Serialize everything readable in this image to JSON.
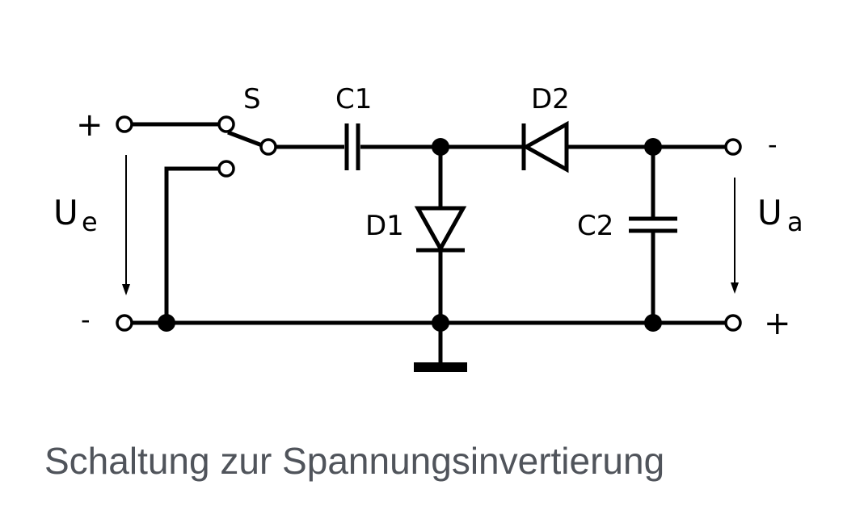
{
  "diagram": {
    "labels": {
      "switch": "S",
      "capacitor_1": "C1",
      "capacitor_2": "C2",
      "diode_1": "D1",
      "diode_2": "D2",
      "input_voltage_main": "U",
      "input_voltage_sub": "e",
      "output_voltage_main": "U",
      "output_voltage_sub": "a",
      "input_plus": "+",
      "input_minus": "-",
      "output_minus": "-",
      "output_plus": "+"
    },
    "colors": {
      "line": "#000000",
      "caption": "#50545b",
      "background": "#ffffff"
    }
  },
  "caption": "Schaltung zur Spannungsinvertierung"
}
